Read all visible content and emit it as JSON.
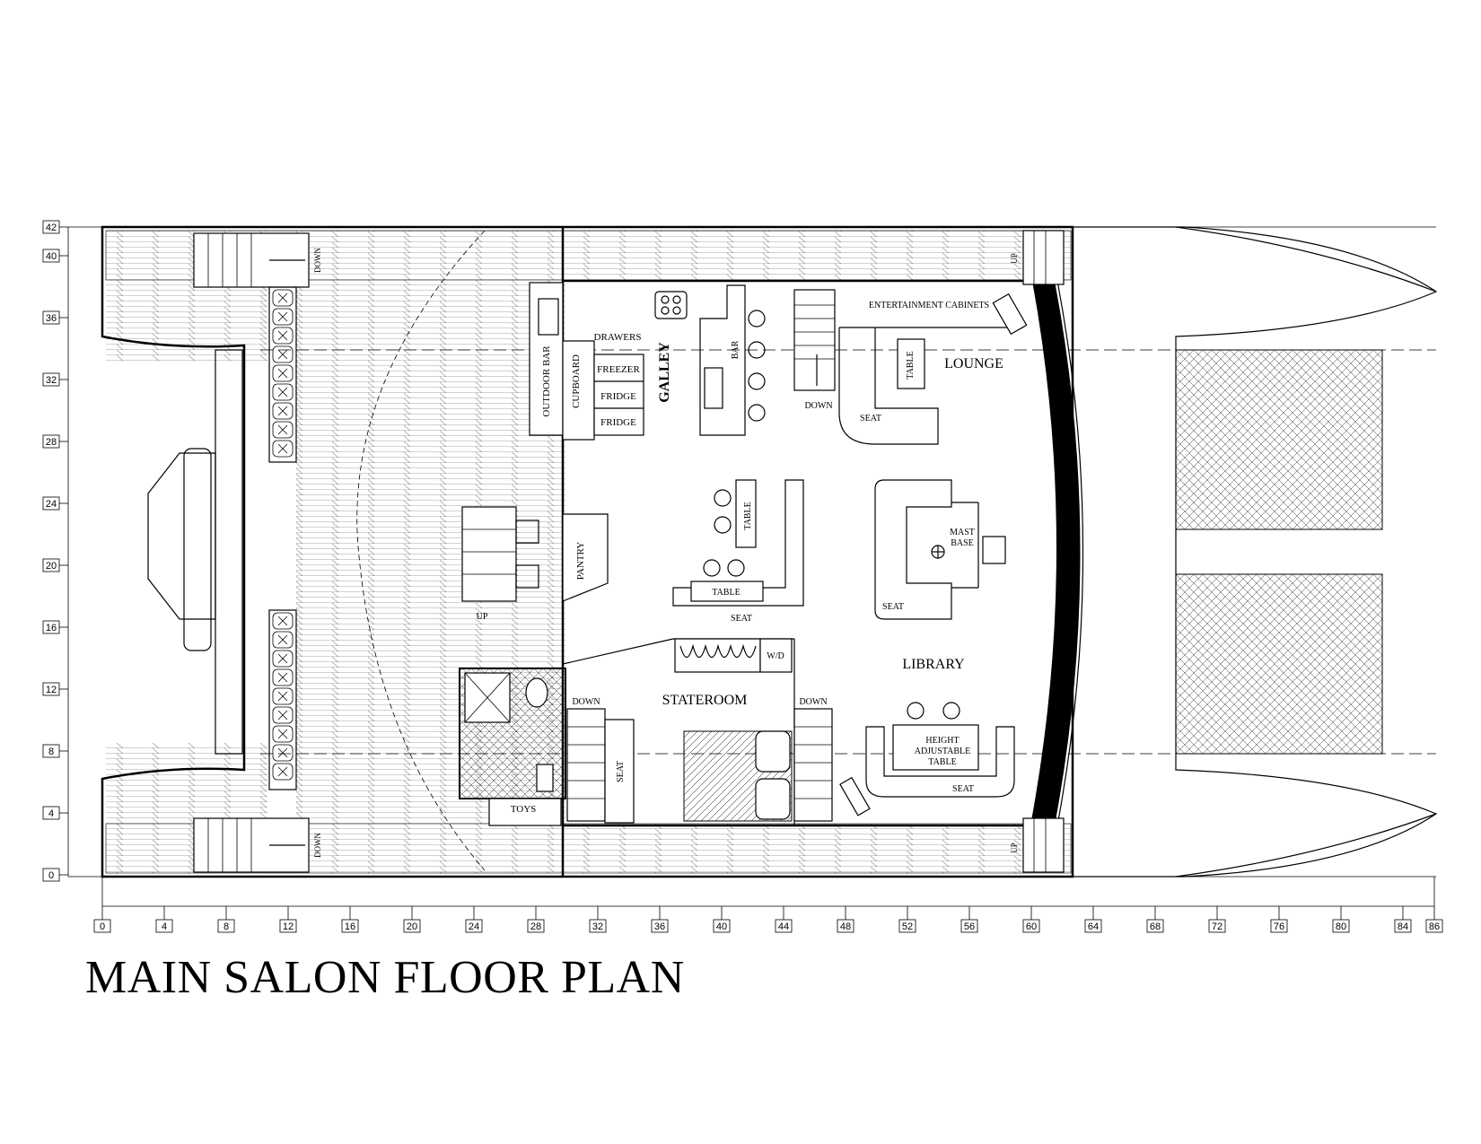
{
  "title": "MAIN SALON FLOOR PLAN",
  "axes": {
    "y_ticks": [
      "42",
      "40",
      "36",
      "32",
      "28",
      "24",
      "20",
      "16",
      "12",
      "8",
      "4",
      "0"
    ],
    "x_ticks": [
      "0",
      "4",
      "8",
      "12",
      "16",
      "20",
      "24",
      "28",
      "32",
      "36",
      "40",
      "44",
      "48",
      "52",
      "56",
      "60",
      "64",
      "68",
      "72",
      "76",
      "80",
      "84",
      "86"
    ]
  },
  "rooms": {
    "galley": "GALLEY",
    "lounge": "LOUNGE",
    "library": "LIBRARY",
    "stateroom": "STATEROOM",
    "pantry": "PANTRY",
    "toys": "TOYS",
    "outdoor_bar": "OUTDOOR BAR",
    "cupboard": "CUPBOARD",
    "drawers": "DRAWERS",
    "freezer": "FREEZER",
    "fridge_1": "FRIDGE",
    "fridge_2": "FRIDGE",
    "bar": "BAR",
    "entertainment": "ENTERTAINMENT CABINETS",
    "lounge_table": "TABLE",
    "lounge_seat": "SEAT",
    "mid_table_v": "TABLE",
    "mid_table_h": "TABLE",
    "mid_seat": "SEAT",
    "mast_1": "MAST",
    "mast_2": "BASE",
    "library_seat": "SEAT",
    "wd": "W/D",
    "height_1": "HEIGHT",
    "height_2": "ADJUSTABLE",
    "height_3": "TABLE",
    "bottom_seat": "SEAT",
    "state_seat": "SEAT"
  },
  "stairs": {
    "down_top_left": "DOWN",
    "down_bottom_left": "DOWN",
    "up_top_right": "UP",
    "up_bottom_right": "UP",
    "down_galley": "DOWN",
    "up_stair": "UP",
    "down_stateroom": "DOWN",
    "down_library": "DOWN"
  },
  "colors": {
    "ink": "#000000",
    "paper": "#ffffff"
  }
}
